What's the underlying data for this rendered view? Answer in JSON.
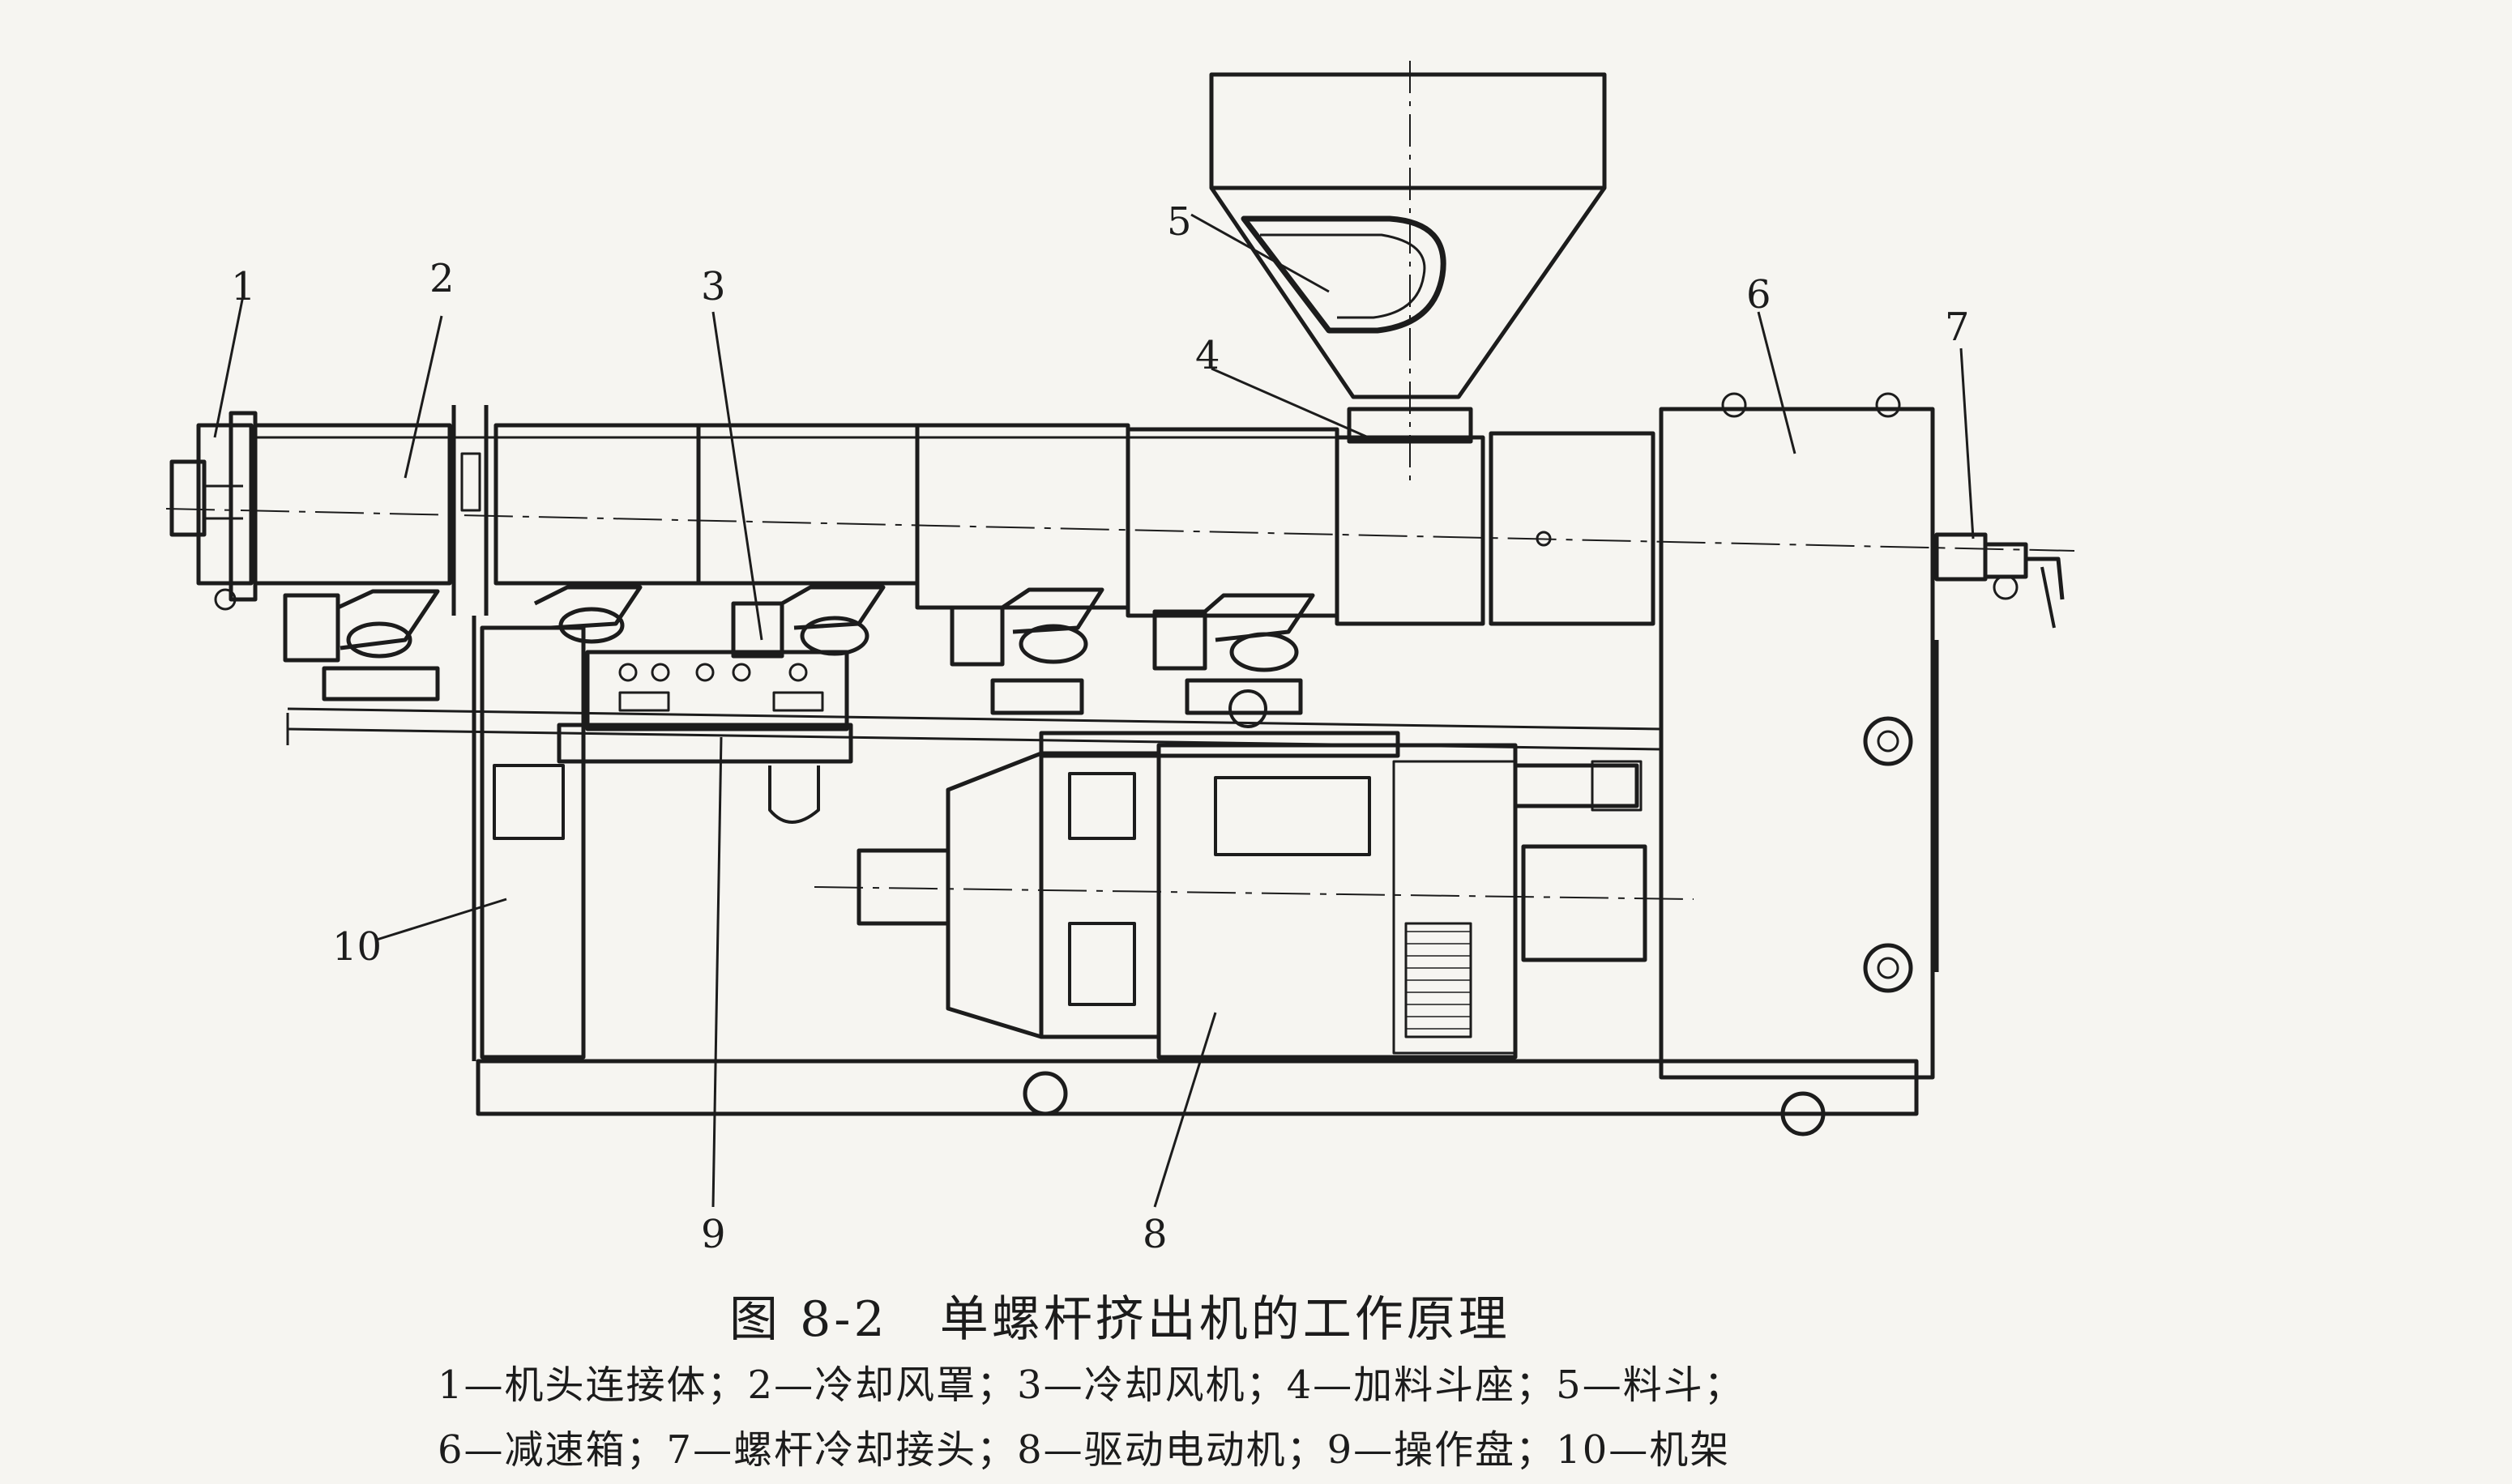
{
  "figure": {
    "title": "图 8-2　单螺杆挤出机的工作原理",
    "legend_lines": [
      "1—机头连接体；2—冷却风罩；3—冷却风机；4—加料斗座；5—料斗；",
      "6—减速箱；7—螺杆冷却接头；8—驱动电动机；9—操作盘；10—机架"
    ]
  },
  "callouts": [
    "1",
    "2",
    "3",
    "4",
    "5",
    "6",
    "7",
    "8",
    "9",
    "10"
  ],
  "colors": {
    "ink": "#1c1c1c",
    "paper": "#f6f5f1"
  }
}
